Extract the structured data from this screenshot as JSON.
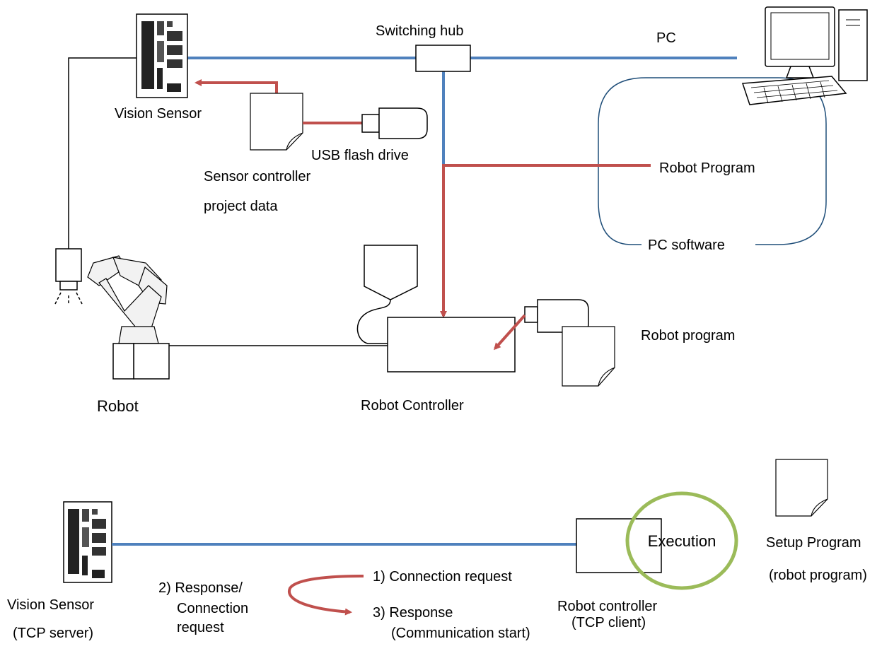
{
  "top_diagram": {
    "vision_sensor_label": "Vision Sensor",
    "switching_hub_label": "Switching hub",
    "pc_label": "PC",
    "usb_flash_drive_label": "USB flash drive",
    "sensor_project_label_line1": "Sensor controller",
    "sensor_project_label_line2": "project data",
    "robot_program_pc_label": "Robot Program",
    "pc_software_label": "PC software",
    "robot_program_file_label": "Robot program",
    "robot_label": "Robot",
    "robot_controller_label": "Robot Controller"
  },
  "bottom_diagram": {
    "vision_sensor_label": "Vision Sensor",
    "tcp_server_label": "(TCP server)",
    "response_label_line1": "2) Response/",
    "response_label_line2": "Connection",
    "response_label_line3": "request",
    "connection_request_label": "1) Connection request",
    "response_start_line1": "3) Response",
    "response_start_line2": "(Communication start)",
    "robot_controller_line1": "Robot controller",
    "robot_controller_line2": "(TCP client)",
    "execution_label": "Execution",
    "setup_program_line1": "Setup Program",
    "setup_program_line2": "(robot program)"
  },
  "colors": {
    "network_line": "#4f81bd",
    "data_flow_arrow": "#c0504d",
    "execution_ring": "#9bbb59",
    "pc_software_border": "#1f4e79"
  }
}
